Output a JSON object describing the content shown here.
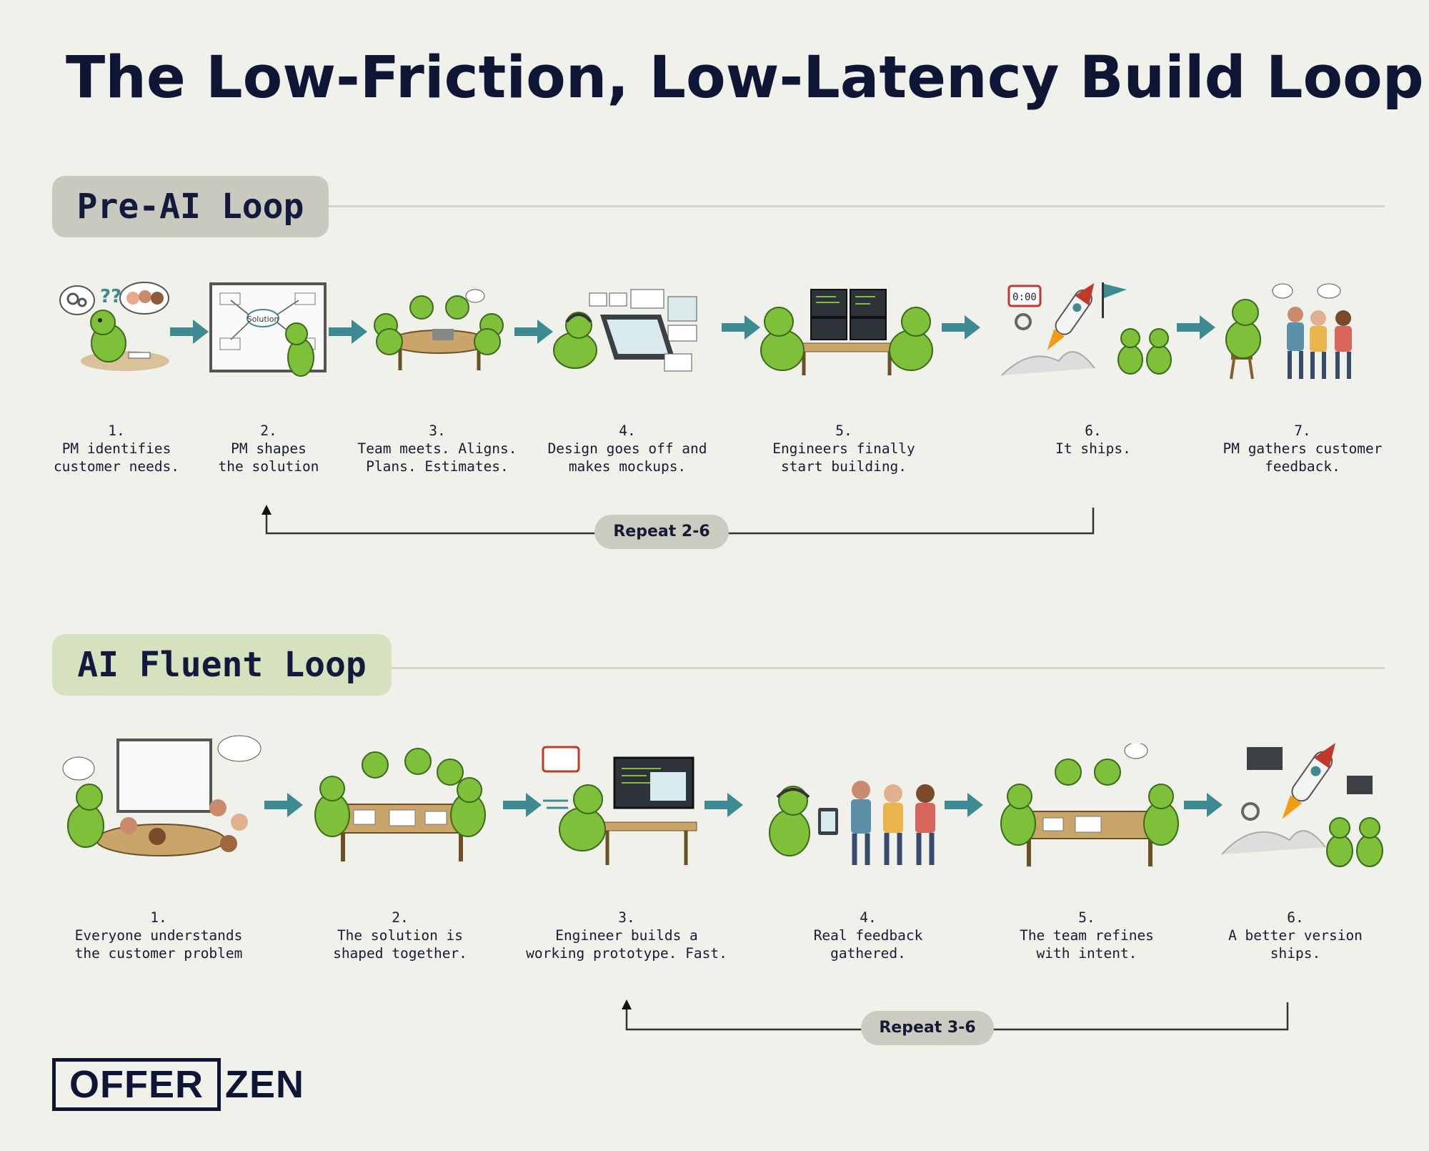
{
  "title": "The Low-Friction, Low-Latency Build Loop",
  "colors": {
    "navy": "#0f1535",
    "teal_arrow": "#3d8a93",
    "dino_green": "#7ec03a",
    "pre_label_bg": "#c9c9bf",
    "ai_label_bg": "#d6e2bd",
    "background": "#f1f1ec"
  },
  "pre_ai": {
    "label": "Pre-AI Loop",
    "steps": [
      {
        "num": "1.",
        "text": "PM identifies\ncustomer needs.",
        "icon": "dino-thinking-icon"
      },
      {
        "num": "2.",
        "text": "PM shapes\nthe solution",
        "icon": "whiteboard-solution-icon",
        "board_text": "Solution"
      },
      {
        "num": "3.",
        "text": "Team meets. Aligns.\nPlans. Estimates.",
        "icon": "team-meeting-icon"
      },
      {
        "num": "4.",
        "text": "Design goes off and\nmakes mockups.",
        "icon": "designer-tablet-icon"
      },
      {
        "num": "5.",
        "text": "Engineers finally\nstart building.",
        "icon": "engineers-monitors-icon"
      },
      {
        "num": "6.",
        "text": "It ships.",
        "icon": "rocket-launch-icon",
        "clock_text": "0:00"
      },
      {
        "num": "7.",
        "text": "PM gathers customer\nfeedback.",
        "icon": "customer-feedback-icon"
      }
    ],
    "repeat": "Repeat 2-6"
  },
  "ai_fluent": {
    "label": "AI Fluent Loop",
    "steps": [
      {
        "num": "1.",
        "text": "Everyone understands\nthe customer problem",
        "icon": "group-whiteboard-icon"
      },
      {
        "num": "2.",
        "text": "The solution is\nshaped together.",
        "icon": "team-table-icon"
      },
      {
        "num": "3.",
        "text": "Engineer builds a\nworking prototype. Fast.",
        "icon": "engineer-prototype-icon"
      },
      {
        "num": "4.",
        "text": "Real feedback\ngathered.",
        "icon": "feedback-people-icon"
      },
      {
        "num": "5.",
        "text": "The team refines\nwith intent.",
        "icon": "team-refine-icon"
      },
      {
        "num": "6.",
        "text": "A better version\nships.",
        "icon": "rocket-ship-icon"
      }
    ],
    "repeat": "Repeat 3-6"
  },
  "logo": {
    "boxed": "OFFER",
    "plain": "ZEN"
  }
}
